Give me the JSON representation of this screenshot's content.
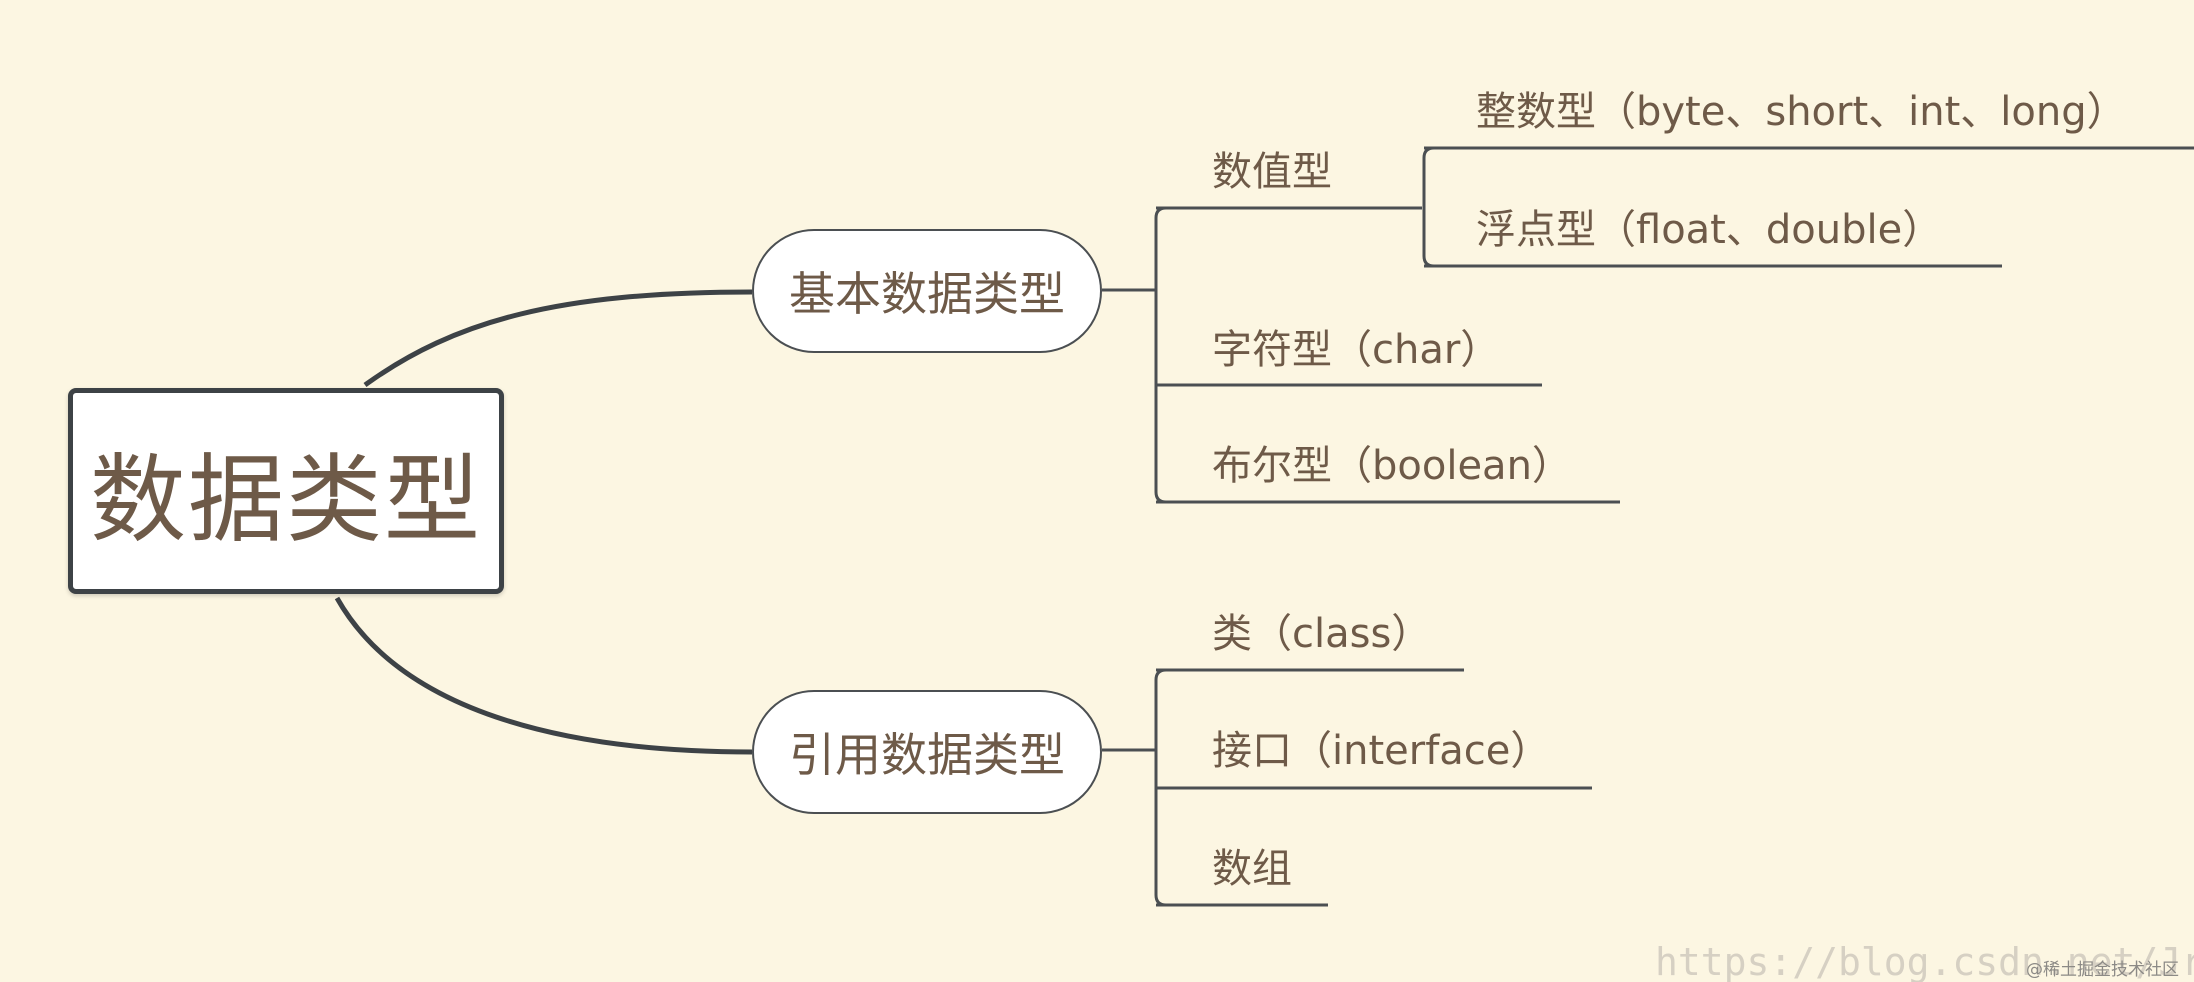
{
  "diagram": {
    "root": {
      "label": "数据类型"
    },
    "branches": [
      {
        "label": "基本数据类型",
        "children": [
          {
            "label": "数值型",
            "children": [
              {
                "label": "整数型（byte、short、int、long）"
              },
              {
                "label": "浮点型（float、double）"
              }
            ]
          },
          {
            "label": "字符型（char）"
          },
          {
            "label": "布尔型（boolean）"
          }
        ]
      },
      {
        "label": "引用数据类型",
        "children": [
          {
            "label": "类（class）"
          },
          {
            "label": "接口（interface）"
          },
          {
            "label": "数组"
          }
        ]
      }
    ]
  },
  "watermark": {
    "url_text": "https://blog.csdn.net/JreFt",
    "site_text": "@稀土掘金技术社区"
  },
  "colors": {
    "background": "#fcf6e2",
    "line": "#3d4246",
    "text": "#6e5a48"
  }
}
